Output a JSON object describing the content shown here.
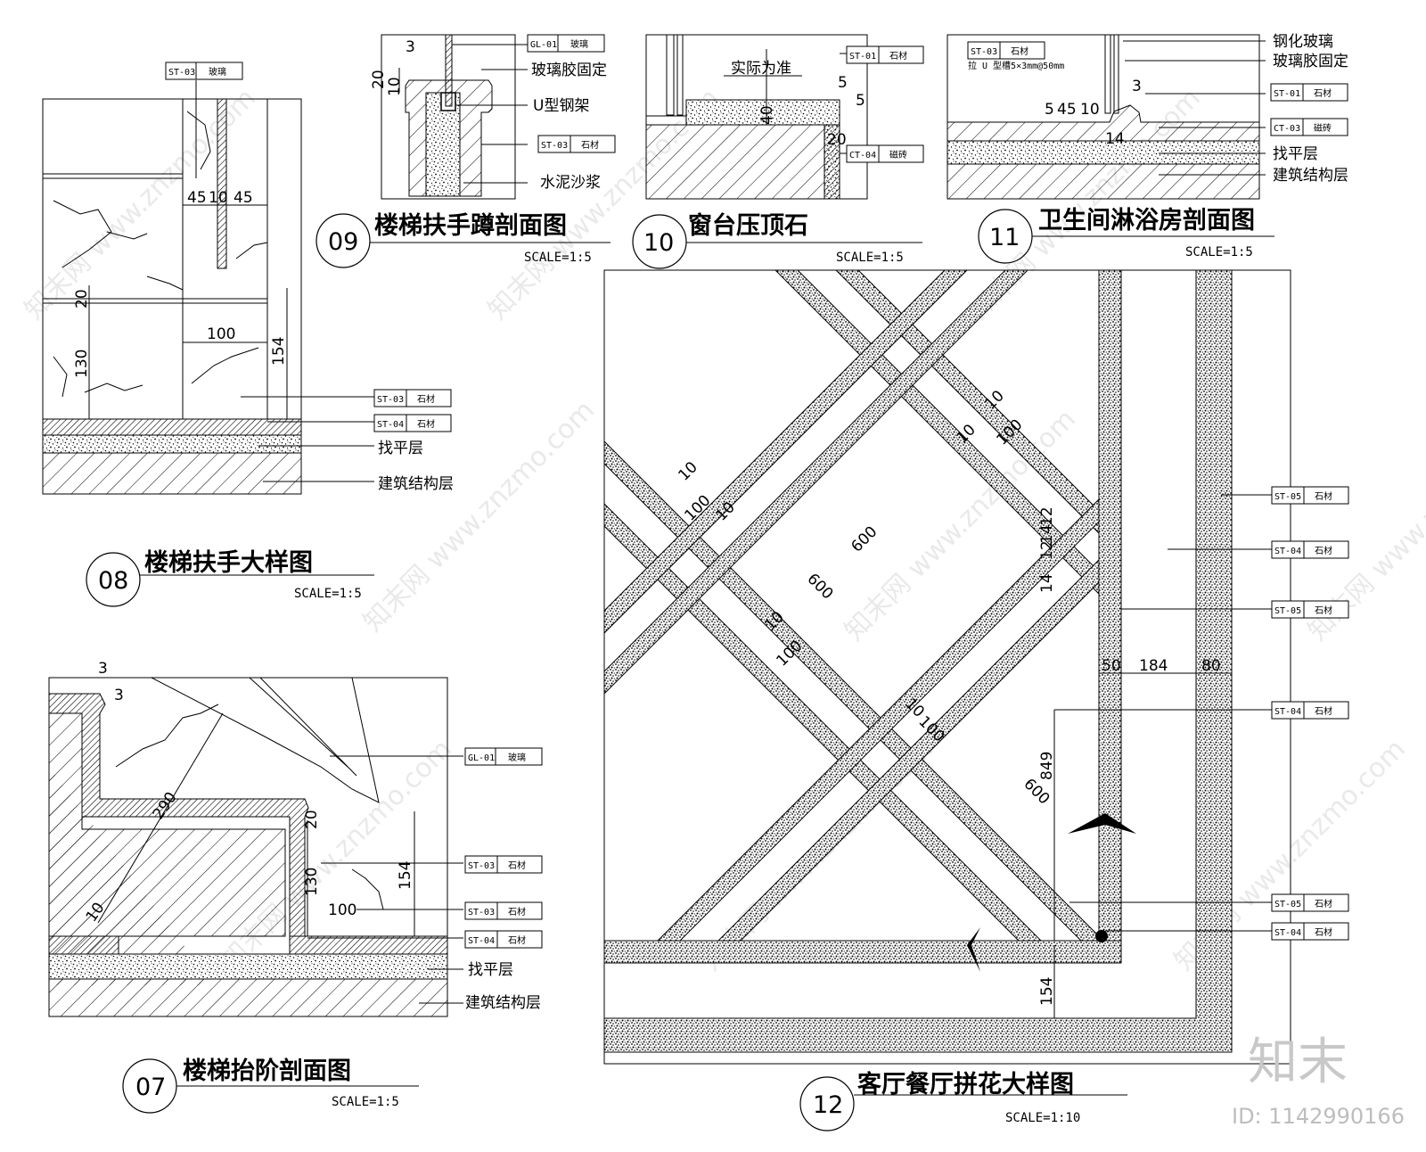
{
  "watermark": {
    "site": "www.znzmo.com",
    "brand": "知末",
    "id_label": "ID: 1142990166"
  },
  "details": [
    {
      "id": "d08",
      "number": "08",
      "title": "楼梯扶手大样图",
      "scale": "SCALE=1:5"
    },
    {
      "id": "d09",
      "number": "09",
      "title": "楼梯扶手蹲剖面图",
      "scale": "SCALE=1:5"
    },
    {
      "id": "d10",
      "number": "10",
      "title": "窗台压顶石",
      "scale": "SCALE=1:5"
    },
    {
      "id": "d11",
      "number": "11",
      "title": "卫生间淋浴房剖面图",
      "scale": "SCALE=1:5"
    },
    {
      "id": "d07",
      "number": "07",
      "title": "楼梯抬阶剖面图",
      "scale": "SCALE=1:5"
    },
    {
      "id": "d12",
      "number": "12",
      "title": "客厅餐厅拼花大样图",
      "scale": "SCALE=1:10"
    }
  ],
  "tags": {
    "st03_glass": {
      "code": "ST-03",
      "material": "玻璃"
    },
    "st03": {
      "code": "ST-03",
      "material": "石材"
    },
    "st04": {
      "code": "ST-04",
      "material": "石材"
    },
    "st05": {
      "code": "ST-05",
      "material": "石材"
    },
    "st01": {
      "code": "ST-01",
      "material": "石材"
    },
    "gl01": {
      "code": "GL-01",
      "material": "玻璃"
    },
    "ct03": {
      "code": "CT-03",
      "material": "磁砖"
    },
    "ct04": {
      "code": "CT-04",
      "material": "磁砖"
    }
  },
  "notes": {
    "leveling": "找平层",
    "structure": "建筑结构层",
    "glass_glue": "玻璃胶固定",
    "u_frame": "U型钢架",
    "mortar": "水泥沙浆",
    "actual": "实际为准",
    "tempered_glass": "钢化玻璃",
    "u_groove": "拉 U 型槽5×3mm@50mm"
  },
  "dims": {
    "d08": [
      "45",
      "10",
      "45",
      "20",
      "100",
      "130",
      "154"
    ],
    "d09": [
      "3",
      "20",
      "10"
    ],
    "d10": [
      "5",
      "5",
      "40",
      "20"
    ],
    "d11": [
      "5",
      "45",
      "10",
      "3",
      "14"
    ],
    "d07": [
      "3",
      "3",
      "290",
      "20",
      "130",
      "154",
      "100",
      "10"
    ],
    "d12": [
      "100",
      "100",
      "100",
      "100",
      "600",
      "600",
      "600",
      "10",
      "10",
      "10",
      "10",
      "10",
      "10",
      "12",
      "12",
      "14",
      "14",
      "50",
      "184",
      "80",
      "849",
      "154"
    ]
  }
}
